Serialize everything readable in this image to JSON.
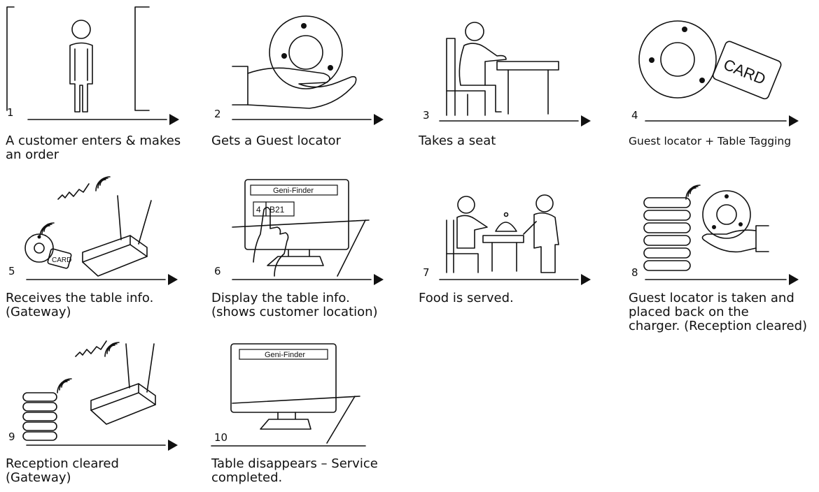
{
  "colors": {
    "line": "#111111",
    "background": "#ffffff"
  },
  "steps": [
    {
      "number": "1",
      "caption": "A customer enters & makes\nan order",
      "icon": "person-in-doorway"
    },
    {
      "number": "2",
      "caption": "Gets a Guest locator",
      "icon": "hand-with-locator"
    },
    {
      "number": "3",
      "caption": "Takes a seat",
      "icon": "seated-person"
    },
    {
      "number": "4",
      "caption": "Guest locator + Table Tagging",
      "icon": "locator-and-card",
      "card_text": "CARD"
    },
    {
      "number": "5",
      "caption": "Receives the table info.\n(Gateway)",
      "icon": "gateway-router",
      "card_text": "CARD"
    },
    {
      "number": "6",
      "caption": "Display the table info.\n(shows customer location)",
      "icon": "monitor-touch",
      "screen_title": "Geni-Finder",
      "table_no": "4",
      "table_code": "B21"
    },
    {
      "number": "7",
      "caption": "Food is served.",
      "icon": "waiter-serving"
    },
    {
      "number": "8",
      "caption": "Guest locator is taken and\nplaced back on the\ncharger. (Reception cleared)",
      "icon": "charger-stack"
    },
    {
      "number": "9",
      "caption": "Reception cleared\n(Gateway)",
      "icon": "charger-and-router"
    },
    {
      "number": "10",
      "caption": "Table disappears – Service\ncompleted.",
      "icon": "empty-monitor",
      "screen_title": "Geni-Finder"
    }
  ]
}
